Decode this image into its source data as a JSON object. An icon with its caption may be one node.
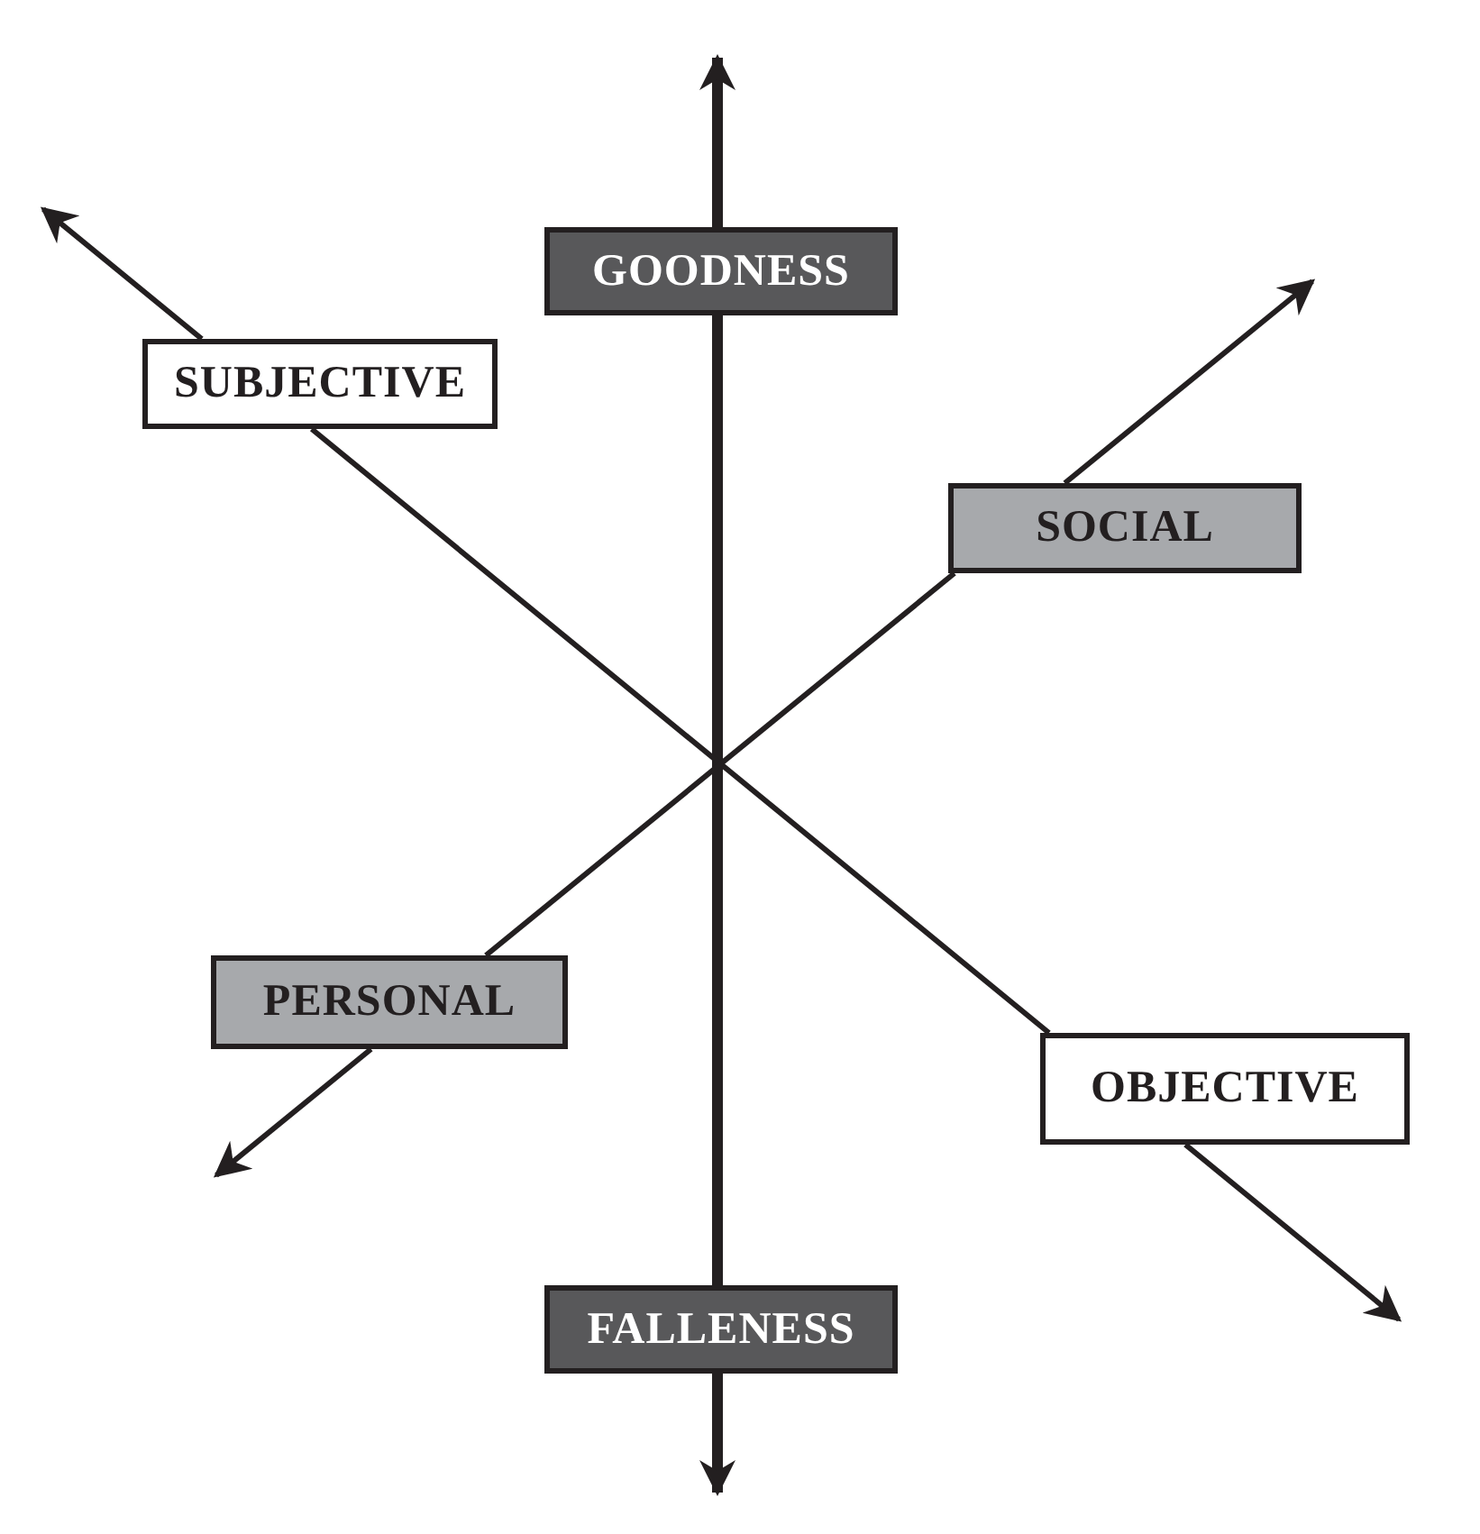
{
  "diagram": {
    "nodes": [
      {
        "text": [
          "GOODNESS"
        ]
      },
      {
        "text": [
          "SUBJECTIVE"
        ]
      },
      {
        "text": [
          "SOCIAL"
        ]
      },
      {
        "text": [
          "PERSONAL"
        ]
      },
      {
        "text": [
          "OBJECTIVE"
        ]
      },
      {
        "text": [
          "FALLENESS"
        ]
      }
    ],
    "edges": [
      {
        "from": 0,
        "to": null,
        "arrow": "to",
        "style": "thick"
      },
      {
        "from": 0,
        "to": 5,
        "arrow": "none",
        "style": "thick"
      },
      {
        "from": 5,
        "to": null,
        "arrow": "to",
        "style": "thick"
      },
      {
        "from": 1,
        "to": null,
        "arrow": "to"
      },
      {
        "from": 1,
        "to": 4,
        "arrow": "none"
      },
      {
        "from": 4,
        "to": null,
        "arrow": "to"
      },
      {
        "from": 2,
        "to": null,
        "arrow": "to"
      },
      {
        "from": 2,
        "to": 3,
        "arrow": "none"
      },
      {
        "from": 3,
        "to": null,
        "arrow": "to"
      }
    ]
  }
}
